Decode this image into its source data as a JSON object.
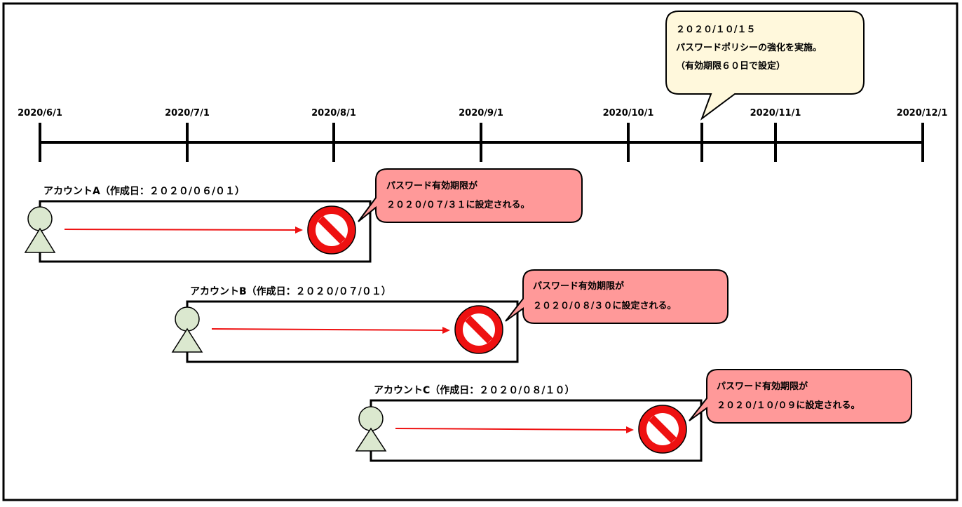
{
  "timeline": {
    "dates": [
      "2020/6/1",
      "2020/7/1",
      "2020/8/1",
      "2020/9/1",
      "2020/10/1",
      "2020/11/1",
      "2020/12/1"
    ]
  },
  "policy_note": {
    "lines": [
      "２０２０/１０/１５",
      "パスワードポリシーの強化を実施。",
      "（有効期限６０日で設定）"
    ]
  },
  "accounts": [
    {
      "label": "アカウントA（作成日：２０２０/０６/０１）",
      "bubble": [
        "パスワード有効期限が",
        "２０２０/０７/３１に設定される。"
      ]
    },
    {
      "label": "アカウントB（作成日：２０２０/０７/０１）",
      "bubble": [
        "パスワード有効期限が",
        "２０２０/０８/３０に設定される。"
      ]
    },
    {
      "label": "アカウントC（作成日：２０２０/０８/１０）",
      "bubble": [
        "パスワード有効期限が",
        "２０２０/１０/０９に設定される。"
      ]
    }
  ],
  "icons": {
    "person": "person-icon",
    "prohibited": "prohibited-icon",
    "arrow": "arrow-right"
  },
  "colors": {
    "bubble_fill": "#ff9999",
    "note_fill": "#fff8dc",
    "prohibit_red": "#ee1111",
    "arrow_red": "#ee1111",
    "person_fill": "#dbe8cf"
  }
}
